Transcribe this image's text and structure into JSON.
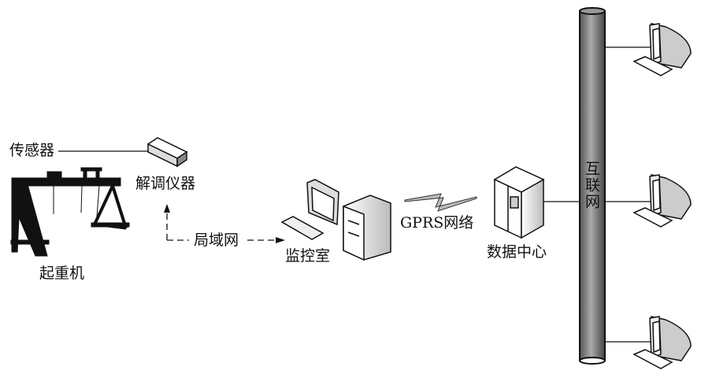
{
  "labels": {
    "sensor": "传感器",
    "demodulator": "解调仪器",
    "crane": "起重机",
    "lan": "局域网",
    "monitor_room": "监控室",
    "gprs": "GPRS网络",
    "data_center": "数据中心",
    "internet": "互联网"
  },
  "colors": {
    "line": "#111111",
    "pipe": "#7a7a7a"
  }
}
